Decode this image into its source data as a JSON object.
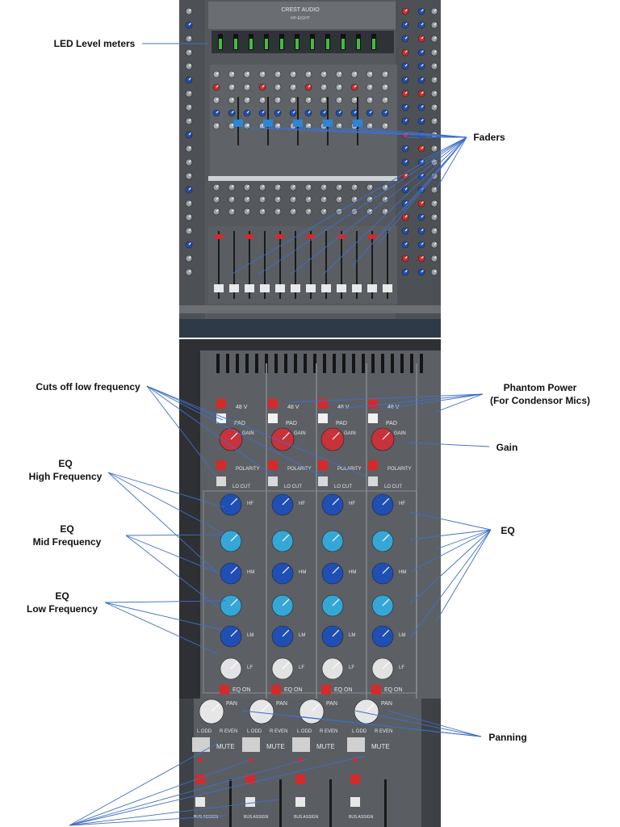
{
  "labels": {
    "led_meters": "LED Level meters",
    "faders": "Faders",
    "lo_cut": "Cuts off low frequency",
    "phantom_line1": "Phantom Power",
    "phantom_line2": "(For Condensor Mics)",
    "gain": "Gain",
    "eq_high_line1": "EQ",
    "eq_high_line2": "High Frequency",
    "eq_mid_line1": "EQ",
    "eq_mid_line2": "Mid Frequency",
    "eq_low_line1": "EQ",
    "eq_low_line2": "Low Frequency",
    "eq": "EQ",
    "panning": "Panning"
  },
  "console_top": {
    "brand": "CREST AUDIO",
    "model": "HP-EIGHT"
  },
  "channel_strip": {
    "phantom": "48 V",
    "pad": "PAD",
    "gain": "GAIN",
    "polarity": "POLARITY",
    "lo_cut": "LO CUT",
    "hf": "HF",
    "hm": "HM",
    "lm": "LM",
    "lf": "LF",
    "eq_on": "EQ ON",
    "pan": "PAN",
    "l_odd": "L ODD",
    "r_even": "R EVEN",
    "mute": "MUTE",
    "bus_assign": "BUS ASSIGN"
  },
  "colors": {
    "panel": "#5a5e63",
    "panel_dark": "#3c3f43",
    "red_button": "#d42a2a",
    "blue_knob": "#1f4fb5",
    "cyan_knob": "#35a7d6",
    "fader_blue": "#2a86d8",
    "annotation_line": "#3f6fc9"
  }
}
